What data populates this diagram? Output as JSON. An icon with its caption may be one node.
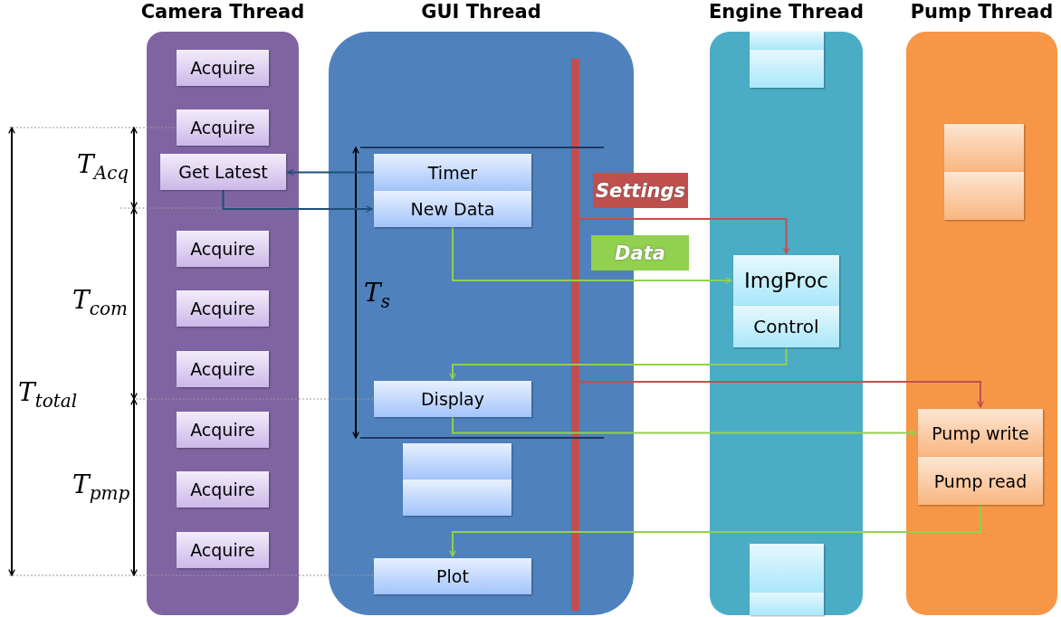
{
  "diagram": {
    "nodes": [
      {
        "text": [
          "Camera Thread"
        ]
      },
      {
        "text": [
          "Acquire"
        ],
        "in": 0
      },
      {
        "text": [
          "Acquire"
        ],
        "in": 0
      },
      {
        "text": [
          "Get Latest"
        ],
        "in": 0
      },
      {
        "text": [
          "Acquire"
        ],
        "in": 0
      },
      {
        "text": [
          "Acquire"
        ],
        "in": 0
      },
      {
        "text": [
          "Acquire"
        ],
        "in": 0
      },
      {
        "text": [
          "Acquire"
        ],
        "in": 0
      },
      {
        "text": [
          "Acquire"
        ],
        "in": 0
      },
      {
        "text": [
          "Acquire"
        ],
        "in": 0
      },
      {
        "text": [
          "GUI Thread"
        ]
      },
      {
        "text": [
          "Timer"
        ],
        "in": 10
      },
      {
        "text": [
          "New Data"
        ],
        "in": 10
      },
      {
        "text": [
          "Display"
        ],
        "in": 10
      },
      {
        "text": [],
        "shape": "box",
        "in": 10
      },
      {
        "text": [],
        "shape": "box",
        "in": 10
      },
      {
        "text": [
          "Plot"
        ],
        "in": 10
      },
      {
        "text": [],
        "shape": "bar",
        "in": 10
      },
      {
        "text": [
          "Settings"
        ]
      },
      {
        "text": [
          "Data"
        ]
      },
      {
        "text": [
          "Engine Thread"
        ]
      },
      {
        "text": [],
        "shape": "box",
        "in": 20
      },
      {
        "text": [],
        "shape": "box",
        "in": 20
      },
      {
        "text": [
          "ImgProc"
        ],
        "in": 20
      },
      {
        "text": [
          "Control"
        ],
        "in": 20
      },
      {
        "text": [],
        "shape": "box",
        "in": 20
      },
      {
        "text": [],
        "shape": "box",
        "in": 20
      },
      {
        "text": [
          "Pump Thread"
        ]
      },
      {
        "text": [],
        "shape": "box",
        "in": 27
      },
      {
        "text": [],
        "shape": "box",
        "in": 27
      },
      {
        "text": [
          "Pump write"
        ],
        "in": 27
      },
      {
        "text": [
          "Pump read"
        ],
        "in": 27
      }
    ],
    "edges": [
      {
        "from": 11,
        "to": 3,
        "arrow": "to",
        "color": "#1f4e79"
      },
      {
        "from": 3,
        "to": 12,
        "arrow": "to",
        "color": "#1f4e79"
      },
      {
        "from": 12,
        "to": 23,
        "arrow": "to"
      },
      {
        "from": 17,
        "to": 23,
        "arrow": "to",
        "color": "#c0504d"
      },
      {
        "from": 24,
        "to": 13,
        "arrow": "to"
      },
      {
        "from": 17,
        "to": 30,
        "arrow": "to",
        "color": "#c0504d"
      },
      {
        "from": 13,
        "to": 30,
        "arrow": "to"
      },
      {
        "from": 31,
        "to": 16,
        "arrow": "to"
      }
    ],
    "labels": [
      "T$_{Acq}$",
      "T$_{com}$",
      "T$_{total}$",
      "T$_{pmp}$",
      "T$_{s}$"
    ]
  }
}
